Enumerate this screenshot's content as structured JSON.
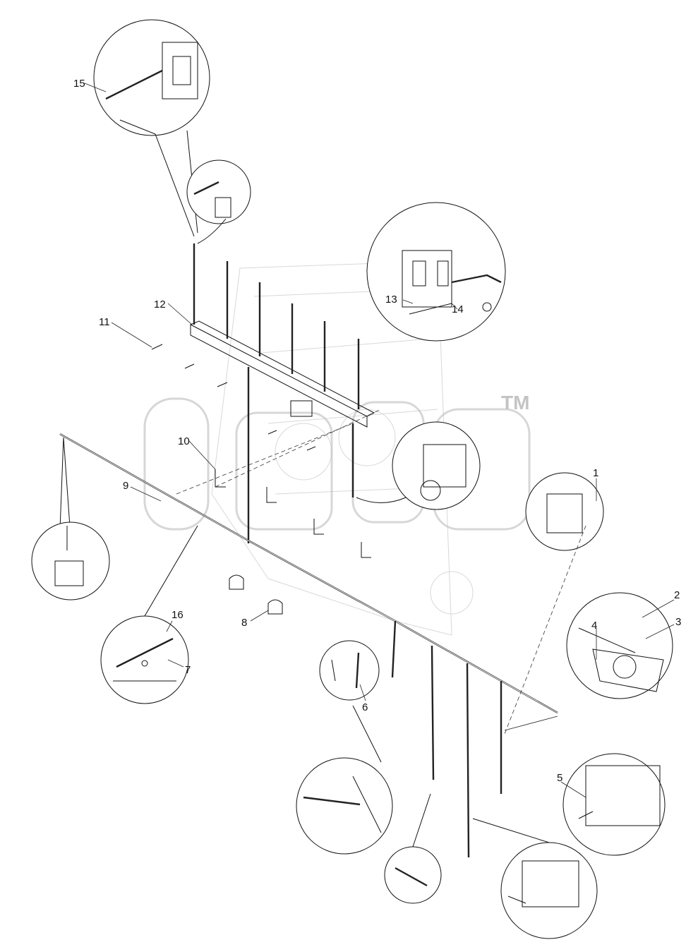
{
  "watermark": {
    "mark": "TM"
  },
  "callouts": [
    "1",
    "2",
    "3",
    "4",
    "5",
    "6",
    "7",
    "8",
    "9",
    "10",
    "11",
    "12",
    "13",
    "14",
    "15",
    "16"
  ]
}
